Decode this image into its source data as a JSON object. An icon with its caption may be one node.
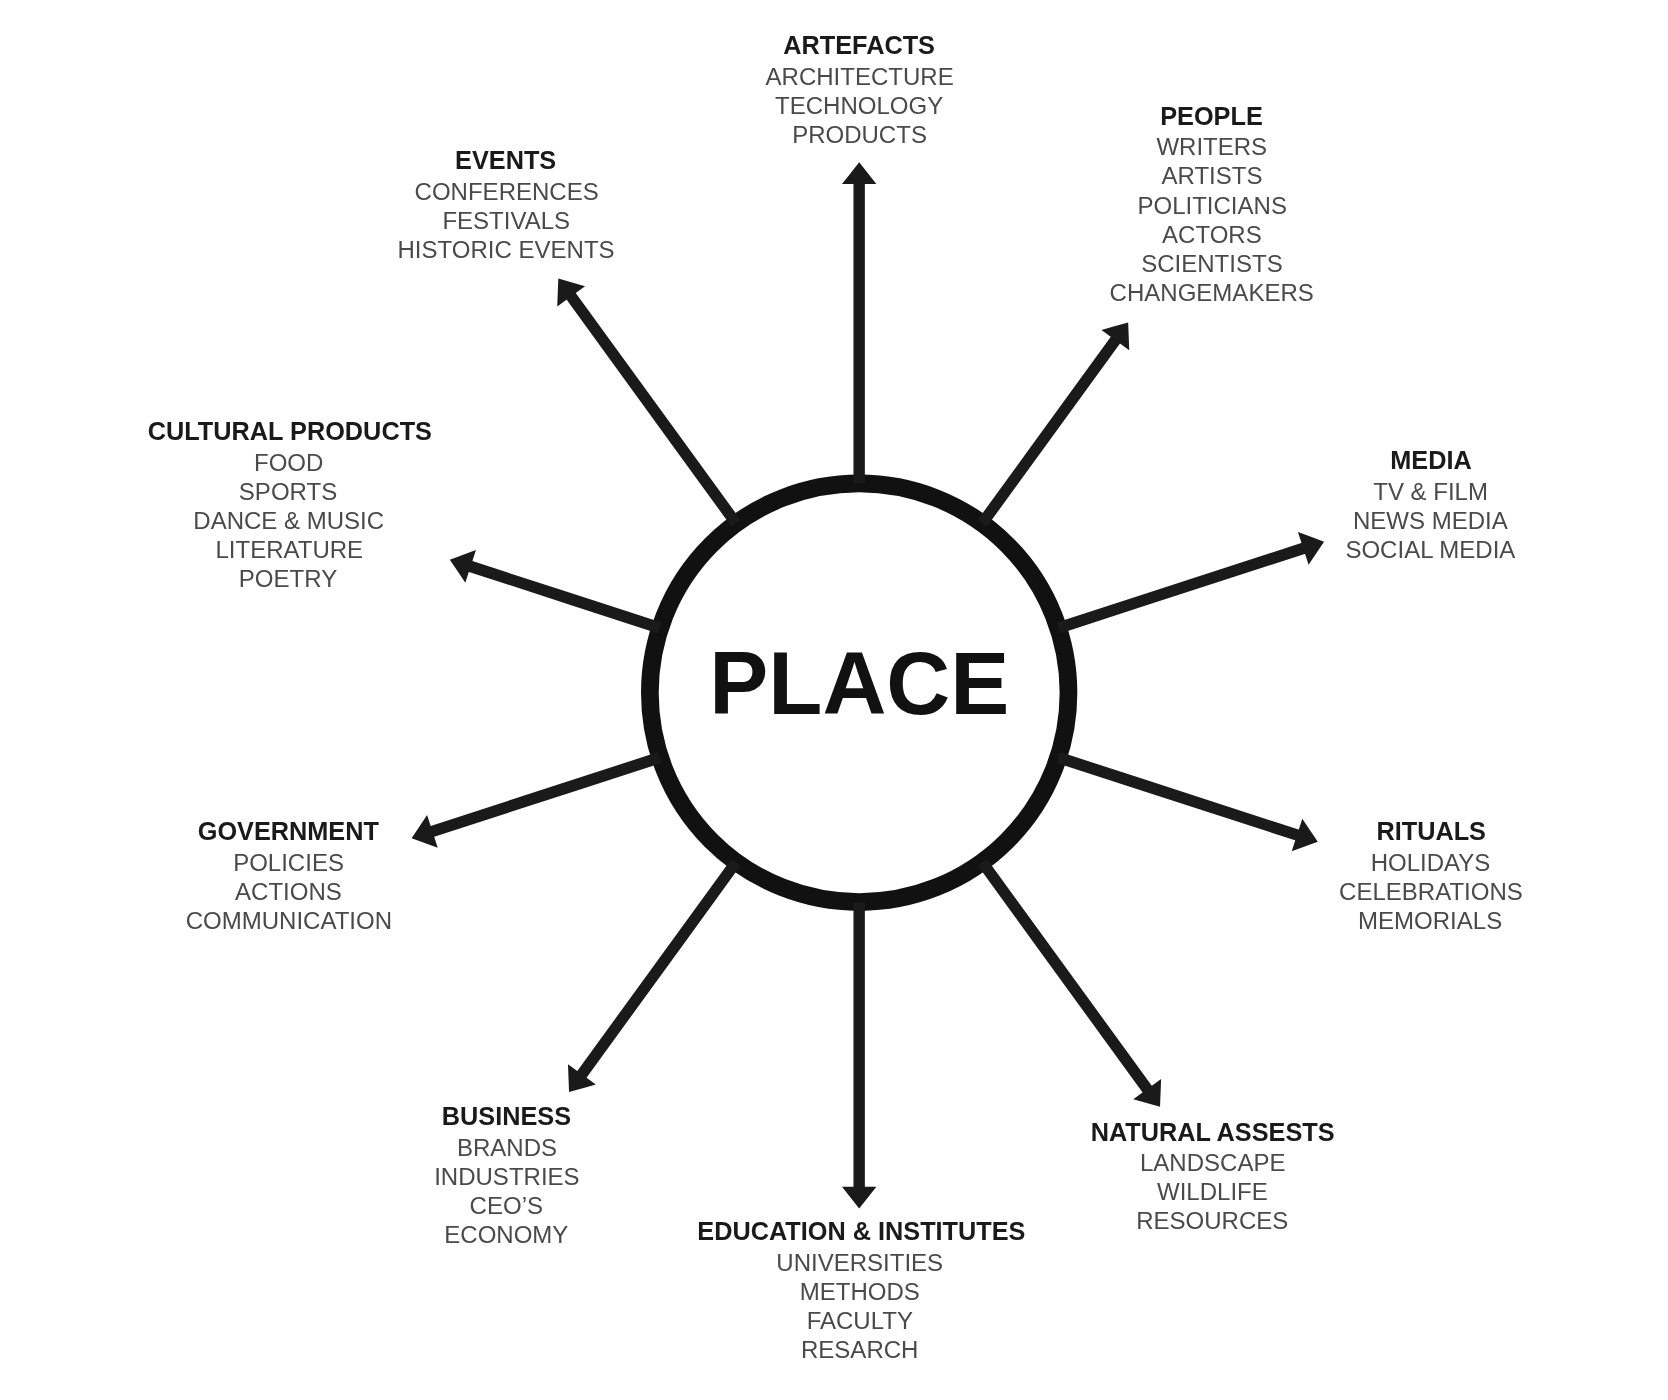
{
  "diagram": {
    "nodes": [
      {
        "text": [
          "PLACE"
        ]
      },
      {
        "text": [
          "MEDIA",
          "TV & FILM",
          "NEWS MEDIA",
          "SOCIAL MEDIA"
        ]
      },
      {
        "text": [
          "PEOPLE",
          "WRITERS",
          "ARTISTS",
          "POLITICIANS",
          "ACTORS",
          "SCIENTISTS",
          "CHANGEMAKERS"
        ]
      },
      {
        "text": [
          "ARTEFACTS",
          "ARCHITECTURE",
          "TECHNOLOGY",
          "PRODUCTS"
        ]
      },
      {
        "text": [
          "EVENTS",
          "CONFERENCES",
          "FESTIVALS",
          "HISTORIC EVENTS"
        ]
      },
      {
        "text": [
          "CULTURAL PRODUCTS",
          "FOOD",
          "SPORTS",
          "DANCE & MUSIC",
          "LITERATURE",
          "POETRY"
        ]
      },
      {
        "text": [
          "GOVERNMENT",
          "POLICIES",
          "ACTIONS",
          "COMMUNICATION"
        ]
      },
      {
        "text": [
          "BUSINESS",
          "BRANDS",
          "INDUSTRIES",
          "CEO’S",
          "ECONOMY"
        ]
      },
      {
        "text": [
          "EDUCATION & INSTITUTES",
          "UNIVERSITIES",
          "METHODS",
          "FACULTY",
          "RESARCH"
        ]
      },
      {
        "text": [
          "NATURAL ASSESTS",
          "LANDSCAPE",
          "WILDLIFE",
          "RESOURCES"
        ]
      },
      {
        "text": [
          "RITUALS",
          "HOLIDAYS",
          "CELEBRATIONS",
          "MEMORIALS"
        ]
      }
    ],
    "edges": [
      {
        "from": 0,
        "to": 1,
        "arrow": "to"
      },
      {
        "from": 0,
        "to": 2,
        "arrow": "to"
      },
      {
        "from": 0,
        "to": 3,
        "arrow": "to"
      },
      {
        "from": 0,
        "to": 4,
        "arrow": "to"
      },
      {
        "from": 0,
        "to": 5,
        "arrow": "to"
      },
      {
        "from": 0,
        "to": 6,
        "arrow": "to"
      },
      {
        "from": 0,
        "to": 7,
        "arrow": "to"
      },
      {
        "from": 0,
        "to": 8,
        "arrow": "to"
      },
      {
        "from": 0,
        "to": 9,
        "arrow": "to"
      },
      {
        "from": 0,
        "to": 10,
        "arrow": "to"
      }
    ]
  }
}
